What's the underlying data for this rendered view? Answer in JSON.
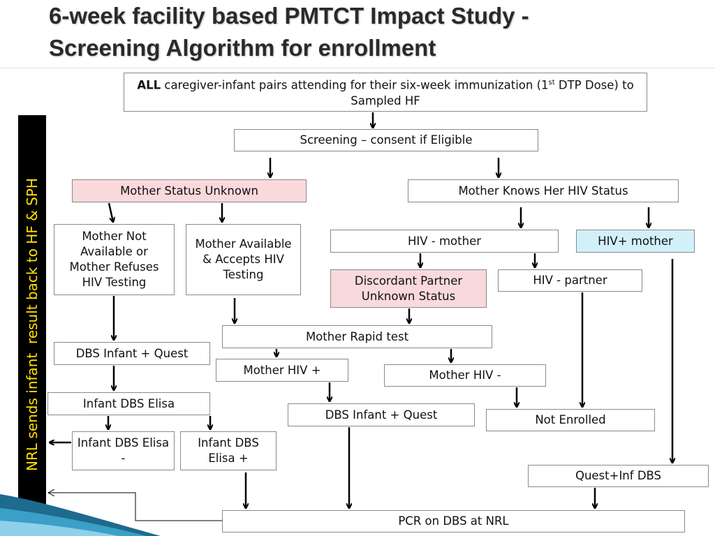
{
  "slide": {
    "title_line1": "6-week facility based PMTCT Impact Study -",
    "title_line2": "Screening Algorithm for enrollment"
  },
  "sidebar": {
    "text": "NRL sends infant  result back to HF & SPH"
  },
  "nodes": {
    "all_pairs": {
      "bold": "ALL",
      "text": " caregiver-infant pairs attending for their six-week immunization (1",
      "sup": "st",
      "text2": " DTP Dose) to Sampled HF"
    },
    "screening": "Screening – consent if Eligible",
    "mother_unknown": "Mother Status Unknown",
    "mother_knows": "Mother Knows Her HIV Status",
    "not_available": "Mother Not Available or Mother Refuses HIV Testing",
    "available_accepts": "Mother Available &  Accepts  HIV Testing",
    "hiv_neg_mother": "HIV - mother",
    "hiv_pos_mother": "HIV+ mother",
    "discordant": "Discordant Partner Unknown Status",
    "hiv_neg_partner": "HIV - partner",
    "rapid_test": "Mother Rapid test",
    "dbs_quest_left": "DBS Infant + Quest",
    "mother_hiv_pos": "Mother HIV +",
    "mother_hiv_neg": "Mother HIV -",
    "infant_elisa": "Infant DBS Elisa",
    "dbs_quest_mid": "DBS Infant + Quest",
    "not_enrolled": "Not Enrolled",
    "elisa_neg": "Infant DBS Elisa -",
    "elisa_pos": "Infant DBS Elisa +",
    "quest_inf": "Quest+Inf DBS",
    "pcr": "PCR on DBS at NRL"
  },
  "colors": {
    "pink_box": "#f9d9dc",
    "cyan_box": "#d2f0fa",
    "sidebar_bg": "#000000",
    "sidebar_text": "#ffe000"
  }
}
